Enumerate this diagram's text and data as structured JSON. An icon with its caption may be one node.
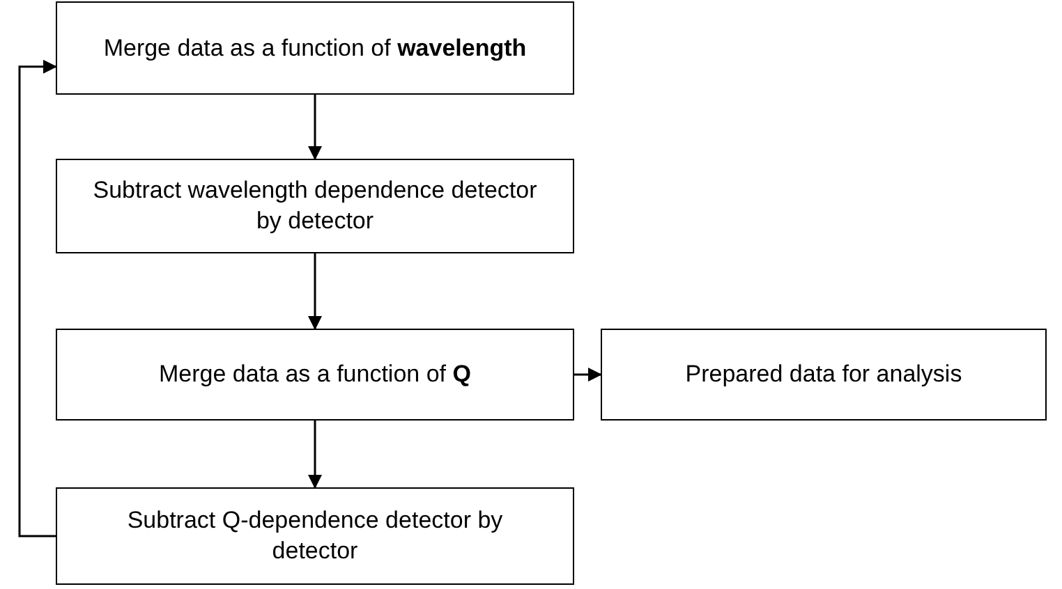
{
  "diagram": {
    "nodes": [
      {
        "text": [
          "Merge data as a function of **wavelength**"
        ]
      },
      {
        "text": [
          "Subtract wavelength dependence detector by detector"
        ]
      },
      {
        "text": [
          "Merge data as a function of **Q**"
        ]
      },
      {
        "text": [
          "Prepared data for analysis"
        ]
      },
      {
        "text": [
          "Subtract Q-dependence detector by detector"
        ]
      }
    ],
    "edges": [
      {
        "from": 0,
        "to": 1,
        "arrow": "to"
      },
      {
        "from": 1,
        "to": 2,
        "arrow": "to"
      },
      {
        "from": 2,
        "to": 3,
        "arrow": "to"
      },
      {
        "from": 2,
        "to": 4,
        "arrow": "to"
      },
      {
        "from": 4,
        "to": 0,
        "arrow": "to"
      }
    ]
  }
}
